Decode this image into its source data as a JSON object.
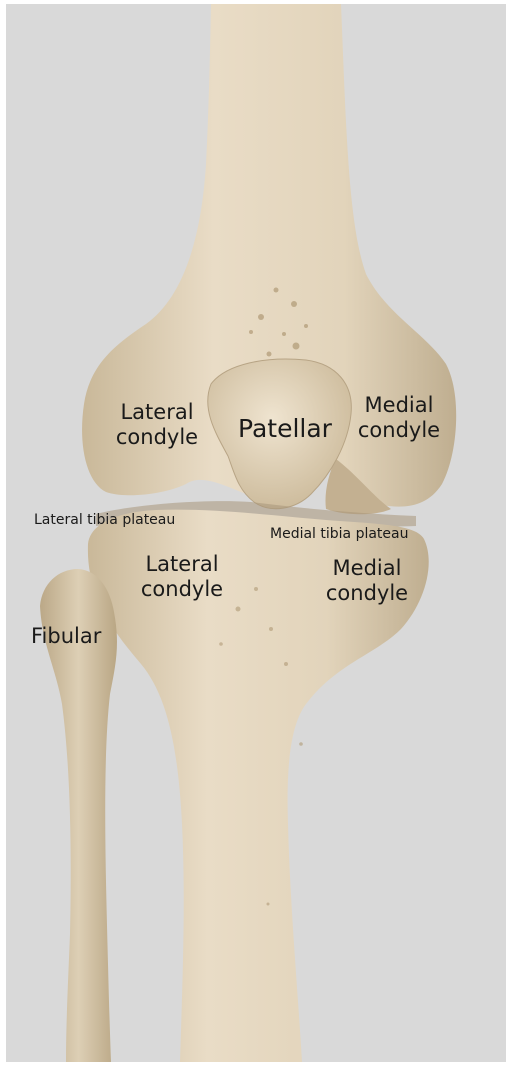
{
  "labels": {
    "lateral_femoral_condyle": {
      "line1": "Lateral",
      "line2": "condyle"
    },
    "patellar": "Patellar",
    "medial_femoral_condyle": {
      "line1": "Medial",
      "line2": "condyle"
    },
    "lateral_tibia_plateau": "Lateral tibia plateau",
    "medial_tibia_plateau": "Medial tibia plateau",
    "lateral_tibial_condyle": {
      "line1": "Lateral",
      "line2": "condyle"
    },
    "medial_tibial_condyle": {
      "line1": "Medial",
      "line2": "condyle"
    },
    "fibular": "Fibular"
  },
  "colors": {
    "background": "#d9d9d9",
    "bone_light": "#e9dcc6",
    "bone_mid": "#d6c6aa",
    "bone_shadow": "#b7a485",
    "text": "#1a1a1a"
  }
}
